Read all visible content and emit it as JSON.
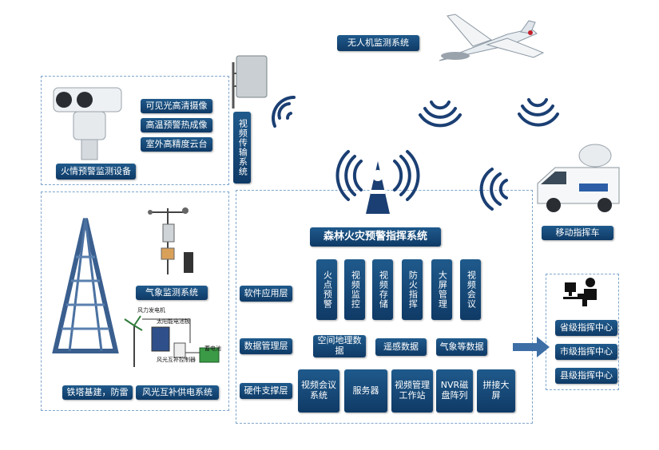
{
  "title": "森林火灾预警指挥系统",
  "uav": {
    "label": "无人机监测系统"
  },
  "video_transmission": {
    "label": "视频传输系统"
  },
  "fire_device": {
    "title": "火情预警监测设备",
    "features": [
      "可见光高清摄像",
      "高温预警热成像",
      "室外高精度云台"
    ]
  },
  "weather": {
    "label": "气象监测系统"
  },
  "tower": {
    "label": "铁塔基建，防雷"
  },
  "wind_solar": {
    "label": "风光互补供电系统",
    "small_labels": [
      "风力发电机",
      "太阳能电池板",
      "风光互补控制器",
      "蓄电池"
    ]
  },
  "mobile": {
    "label": "移动指挥车"
  },
  "layers": {
    "software": {
      "name": "软件应用层",
      "items": [
        "火点预警",
        "视频监控",
        "视频存储",
        "防火指挥",
        "大屏管理",
        "视频会议"
      ]
    },
    "data": {
      "name": "数据管理层",
      "items": [
        "空间地理数据",
        "遥感数据",
        "气象等数据"
      ]
    },
    "hardware": {
      "name": "硬件支撑层",
      "items": [
        "视频会议系统",
        "服务器",
        "视频管理工作站",
        "NVR磁盘阵列",
        "拼接大屏"
      ]
    }
  },
  "command_centers": [
    "省级指挥中心",
    "市级指挥中心",
    "县级指挥中心"
  ],
  "colors": {
    "label_bg": "#174a7a",
    "signal": "#1b3f73",
    "dash": "#7fa6cc",
    "arrow": "#3d6fa6"
  }
}
